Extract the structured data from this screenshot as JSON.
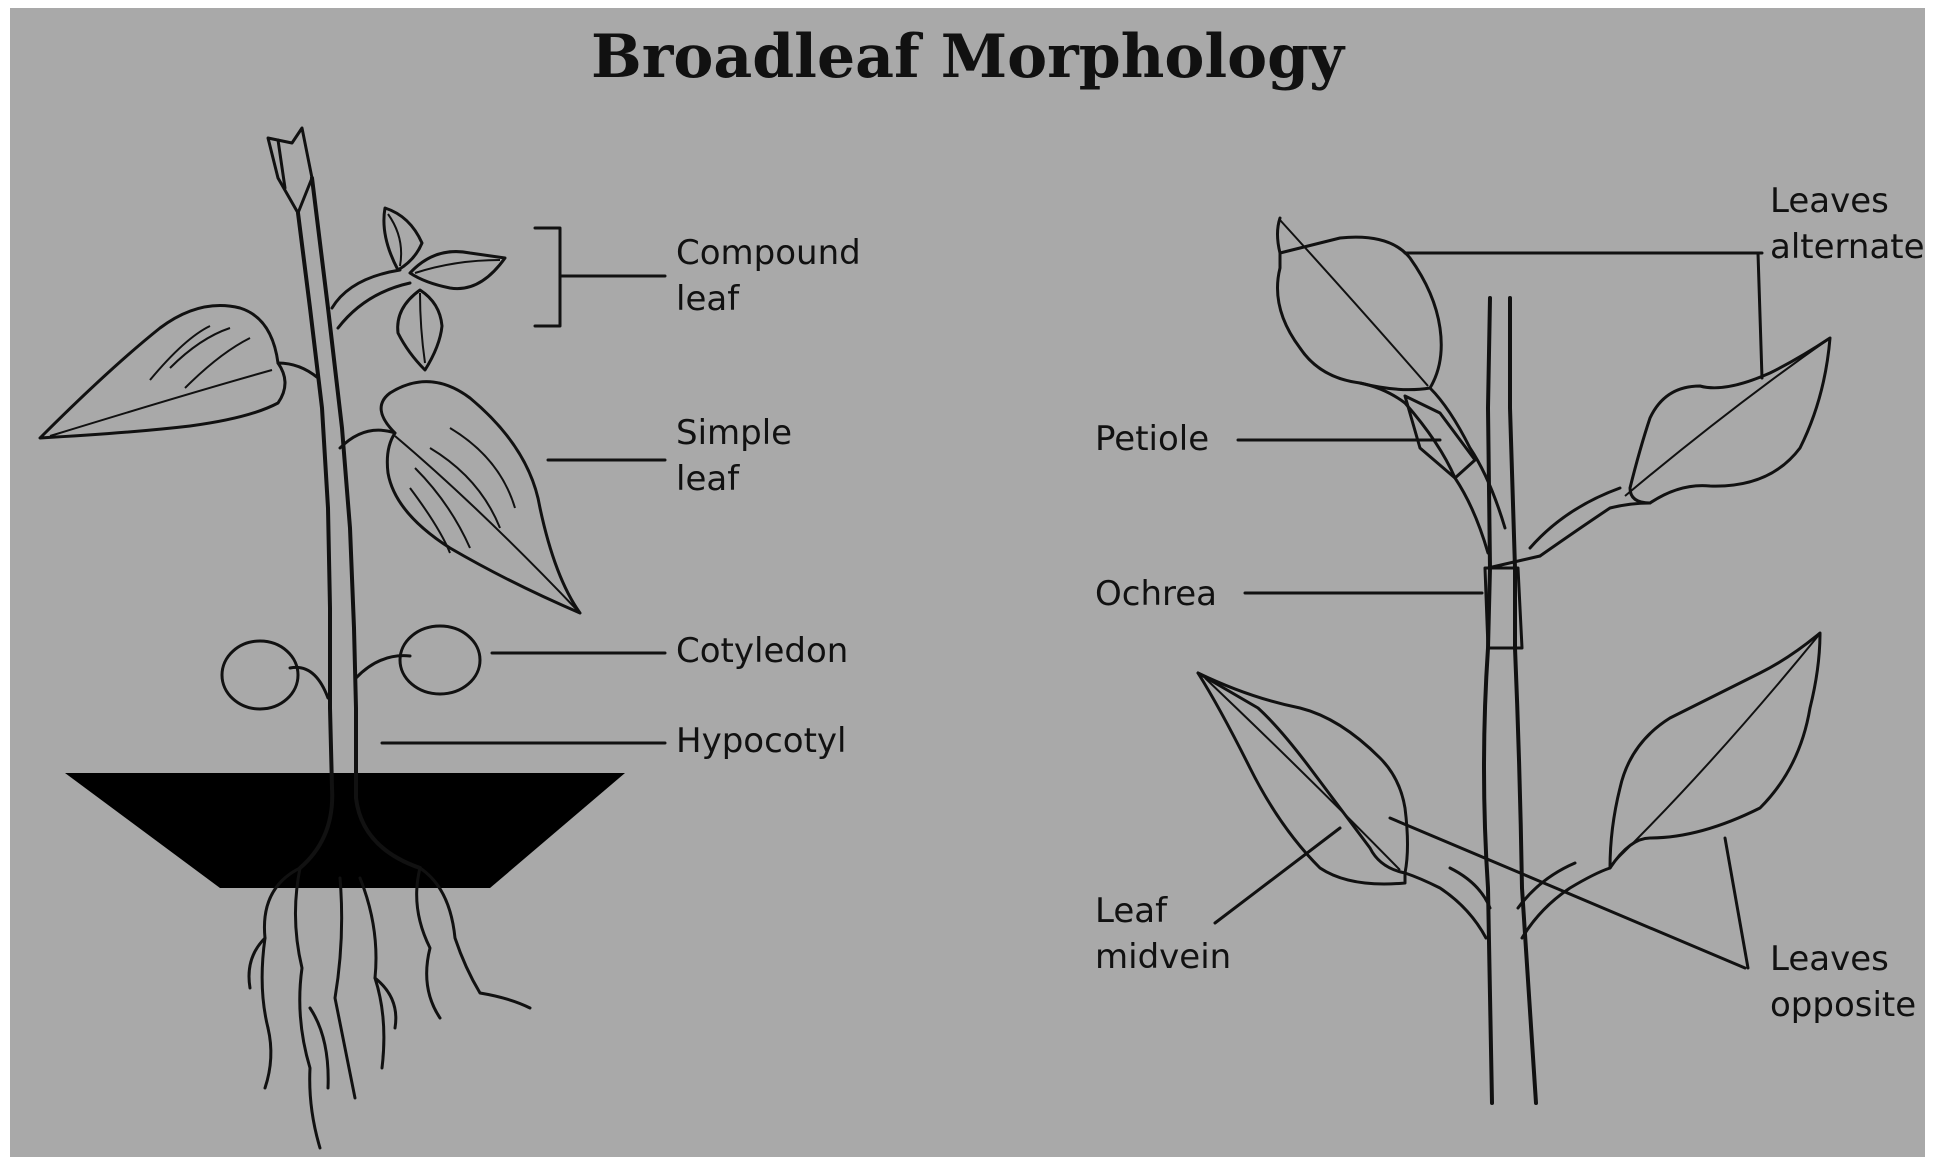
{
  "title": "Broadleaf Morphology",
  "left_labels": {
    "compound_leaf": [
      "Compound",
      "leaf"
    ],
    "simple_leaf": [
      "Simple",
      "leaf"
    ],
    "cotyledon": "Cotyledon",
    "hypocotyl": "Hypocotyl"
  },
  "right_labels": {
    "leaves_alternate": [
      "Leaves",
      "alternate"
    ],
    "petiole": "Petiole",
    "ochrea": "Ochrea",
    "leaf_midvein": [
      "Leaf",
      "midvein"
    ],
    "leaves_opposite": [
      "Leaves",
      "opposite"
    ]
  },
  "colors": {
    "background": "#a9a9a9",
    "ink": "#111111"
  }
}
